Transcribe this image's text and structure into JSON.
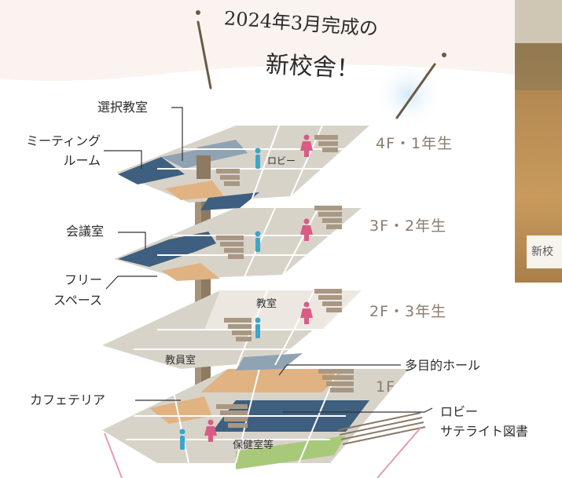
{
  "headline": {
    "line1": "2024年3月完成の",
    "line2": "新校舎！"
  },
  "floors": [
    {
      "id": "4f",
      "label": "4F・1年生"
    },
    {
      "id": "3f",
      "label": "3F・2年生"
    },
    {
      "id": "2f",
      "label": "2F・3年生"
    },
    {
      "id": "1f",
      "label": "1F"
    }
  ],
  "labels": {
    "elective_room": "選択教室",
    "meeting_room_1": "ミーティング",
    "meeting_room_2": "ルーム",
    "conference_room": "会議室",
    "free_space_1": "フリー",
    "free_space_2": "スペース",
    "cafeteria": "カフェテリア",
    "multipurpose_hall": "多目的ホール",
    "lobby_1f": "ロビー",
    "satellite_library": "サテライト図書",
    "lobby_4f": "ロビー",
    "classroom": "教室",
    "staff_room": "教員室",
    "health_room": "保健室等"
  },
  "photo": {
    "caption": "新校"
  },
  "colors": {
    "floor": "#d8d3c9",
    "floor_light": "#ece8e1",
    "floor_line": "#ffffff",
    "navy": "#3e5f7f",
    "slate": "#8fa3b3",
    "orange": "#e1b383",
    "column": "#8c7a62",
    "stairs": "#a89883",
    "male": "#3aa6c9",
    "female": "#d95b86",
    "green": "#a9c97a",
    "pink_line": "#e79ab3"
  }
}
